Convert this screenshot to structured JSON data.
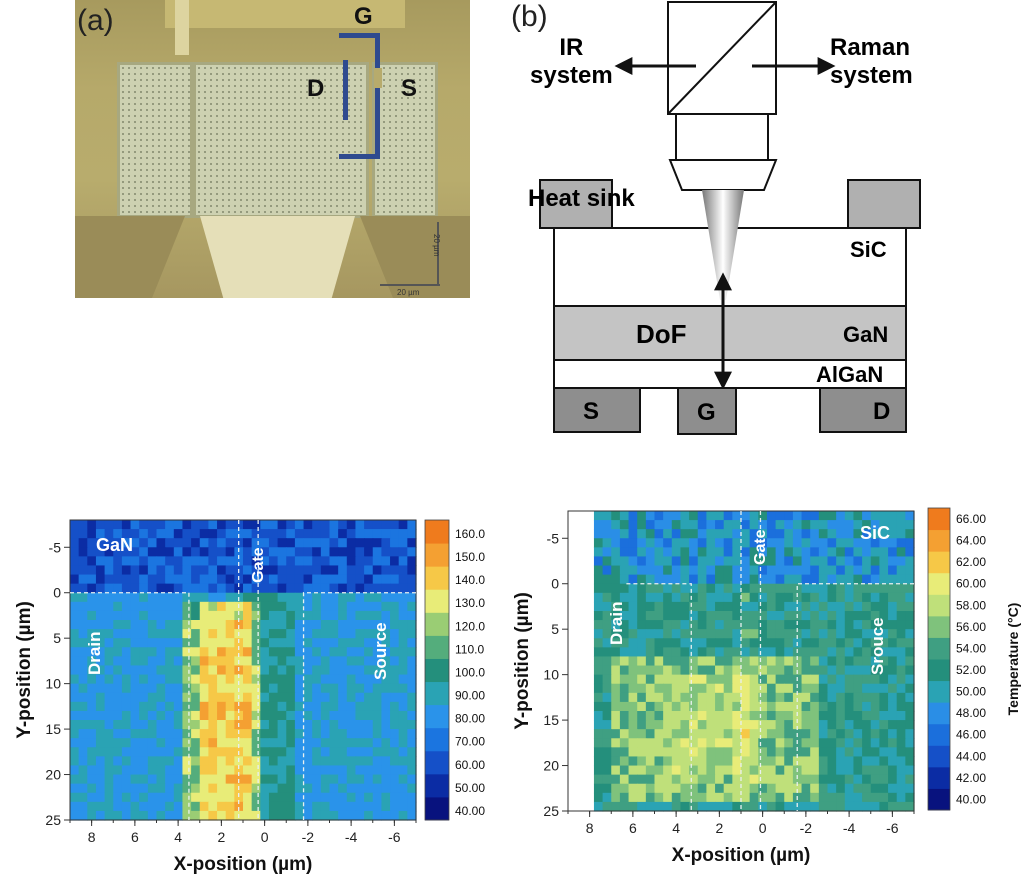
{
  "panel_a": {
    "label": "(a)",
    "labels": {
      "gate": "G",
      "drain": "D",
      "source": "S"
    },
    "scalebar_v": "20 µm",
    "scalebar_h": "20 µm"
  },
  "panel_b": {
    "label": "(b)",
    "ir_system": [
      "IR",
      "system"
    ],
    "raman_system": [
      "Raman",
      "system"
    ],
    "heat_sink": "Heat sink",
    "sic": "SiC",
    "gan": "GaN",
    "dof": "DoF",
    "algan": "AlGaN",
    "s": "S",
    "g": "G",
    "d": "D"
  },
  "chart_data": [
    {
      "type": "heatmap",
      "xlabel": "X-position (µm)",
      "ylabel": "Y-position (µm)",
      "xlim": [
        9,
        -7
      ],
      "ylim": [
        -8,
        25
      ],
      "xticks": [
        8,
        6,
        4,
        2,
        0,
        -2,
        -4,
        -6
      ],
      "yticks": [
        -5,
        0,
        5,
        10,
        15,
        20,
        25
      ],
      "annotations": {
        "layer": "GaN",
        "drain": "Drain",
        "gate": "Gate",
        "source": "Source"
      },
      "colorbar": {
        "ticks": [
          "160.0",
          "150.0",
          "140.0",
          "130.0",
          "120.0",
          "110.0",
          "100.0",
          "90.00",
          "80.00",
          "70.00",
          "60.00",
          "50.00",
          "40.00"
        ],
        "levels": [
          40,
          50,
          60,
          70,
          80,
          90,
          100,
          110,
          120,
          130,
          140,
          150,
          160
        ],
        "colors": [
          "#08127e",
          "#0b2ca4",
          "#1550c8",
          "#1b75e0",
          "#2a93ea",
          "#2aa3b4",
          "#248f7c",
          "#54ad7c",
          "#9acd74",
          "#e8ec78",
          "#f6c847",
          "#f4a032",
          "#ef7b1d"
        ]
      },
      "peak_x_range": [
        3.5,
        0.3
      ],
      "peak_value": 150,
      "background_value": 85
    },
    {
      "type": "heatmap",
      "xlabel": "X-position (µm)",
      "ylabel": "Y-position (µm)",
      "zlabel": "Temperature (°C)",
      "xlim": [
        9,
        -7
      ],
      "ylim": [
        -8,
        25
      ],
      "xticks": [
        8,
        6,
        4,
        2,
        0,
        -2,
        -4,
        -6
      ],
      "yticks": [
        -5,
        0,
        5,
        10,
        15,
        20,
        25
      ],
      "annotations": {
        "layer": "SiC",
        "drain": "Drain",
        "gate": "Gate",
        "source": "Srouce"
      },
      "colorbar": {
        "ticks": [
          "66.00",
          "64.00",
          "62.00",
          "60.00",
          "58.00",
          "56.00",
          "54.00",
          "52.00",
          "50.00",
          "48.00",
          "46.00",
          "44.00",
          "42.00",
          "40.00"
        ],
        "levels": [
          40,
          42,
          44,
          46,
          48,
          50,
          52,
          54,
          56,
          58,
          60,
          62,
          64,
          66
        ],
        "colors": [
          "#08127e",
          "#0b2ca4",
          "#1550c8",
          "#1b6fdc",
          "#2a8ee6",
          "#2aa3b4",
          "#248f7c",
          "#3f9f82",
          "#7fc27c",
          "#bfe07a",
          "#e8ec78",
          "#f6c847",
          "#f4a032",
          "#ef7b1d"
        ]
      },
      "peak_value": 59,
      "background_value": 49
    }
  ]
}
